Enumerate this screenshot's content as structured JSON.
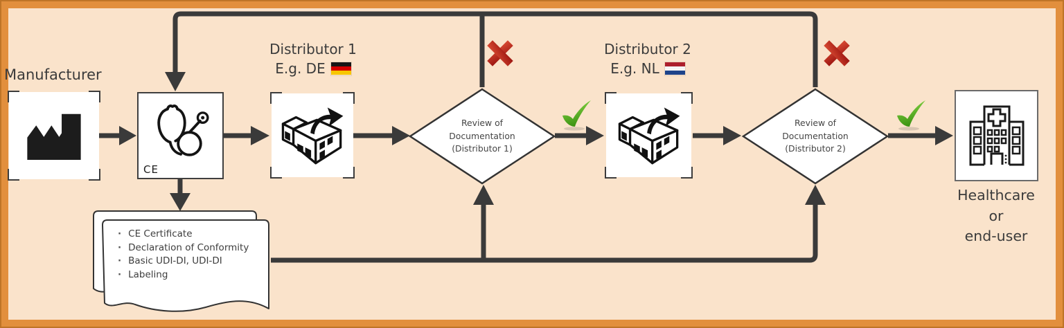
{
  "palette": {
    "background": "#fae3cb",
    "frame": "#e28f3d",
    "connector": "#3a3a3a",
    "reject": "#c1241c",
    "approve": "#56b22b",
    "text": "#3b3b3b"
  },
  "nodes": {
    "manufacturer": {
      "label": "Manufacturer",
      "icon": "factory-icon"
    },
    "device": {
      "ce_mark": "CE",
      "icon": "stethoscope-icon"
    },
    "distributor1": {
      "title": "Distributor 1",
      "subtitle": "E.g. DE",
      "flag": "germany-flag",
      "icon": "warehouse-icon"
    },
    "decision1": {
      "lines": [
        "Review of",
        "Documentation",
        "(Distributor 1)"
      ]
    },
    "distributor2": {
      "title": "Distributor 2",
      "subtitle": "E.g. NL",
      "flag": "netherlands-flag",
      "icon": "warehouse-icon"
    },
    "decision2": {
      "lines": [
        "Review of",
        "Documentation",
        "(Distributor 2)"
      ]
    },
    "healthcare": {
      "label": [
        "Healthcare or",
        "end-user"
      ],
      "icon": "hospital-icon"
    }
  },
  "documents": {
    "items": [
      "CE Certificate",
      "Declaration of Conformity",
      "Basic UDI-DI, UDI-DI",
      "Labeling"
    ]
  },
  "flags": {
    "germany": [
      "#161616",
      "#d50000",
      "#f7c600"
    ],
    "netherlands": [
      "#ad1f2c",
      "#f5f5f5",
      "#1e448a"
    ]
  },
  "markers": {
    "reject": "red-cross-icon",
    "approve": "green-check-icon"
  }
}
